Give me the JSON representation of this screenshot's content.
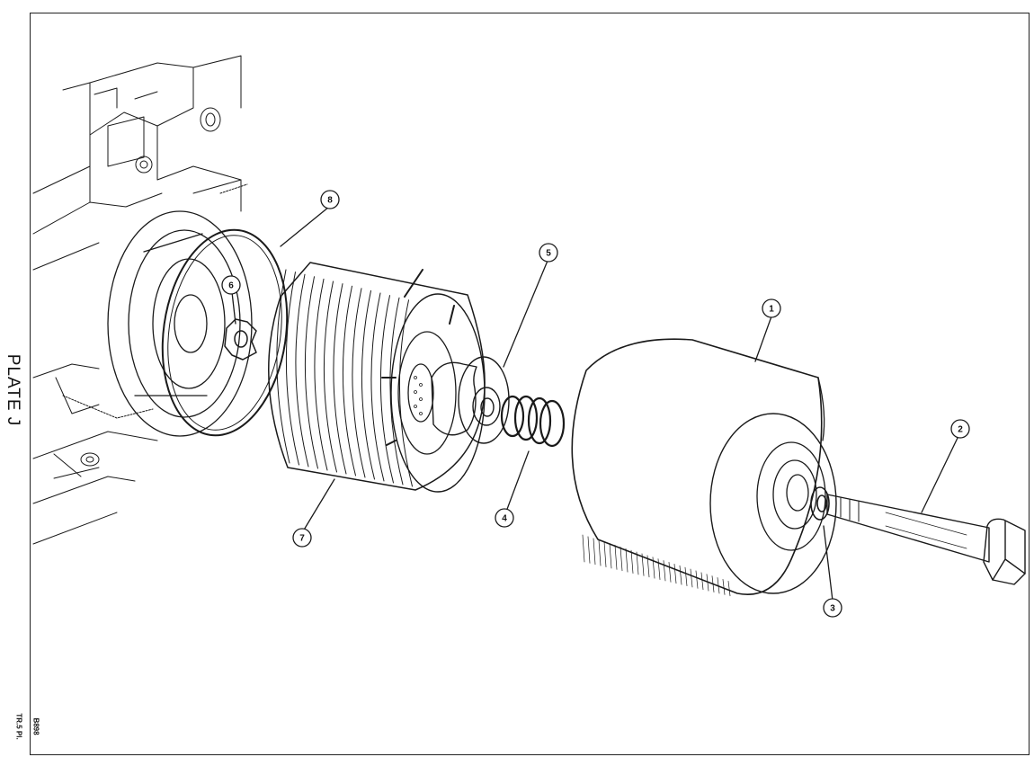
{
  "plate": {
    "title": "PLATE J"
  },
  "codes": {
    "drawing_number": "B898",
    "reference": "TR.5 Pl."
  },
  "callouts": [
    {
      "id": "1",
      "label": "1"
    },
    {
      "id": "2",
      "label": "2"
    },
    {
      "id": "3",
      "label": "3"
    },
    {
      "id": "4",
      "label": "4"
    },
    {
      "id": "5",
      "label": "5"
    },
    {
      "id": "6",
      "label": "6"
    },
    {
      "id": "7",
      "label": "7"
    },
    {
      "id": "8",
      "label": "8"
    }
  ]
}
